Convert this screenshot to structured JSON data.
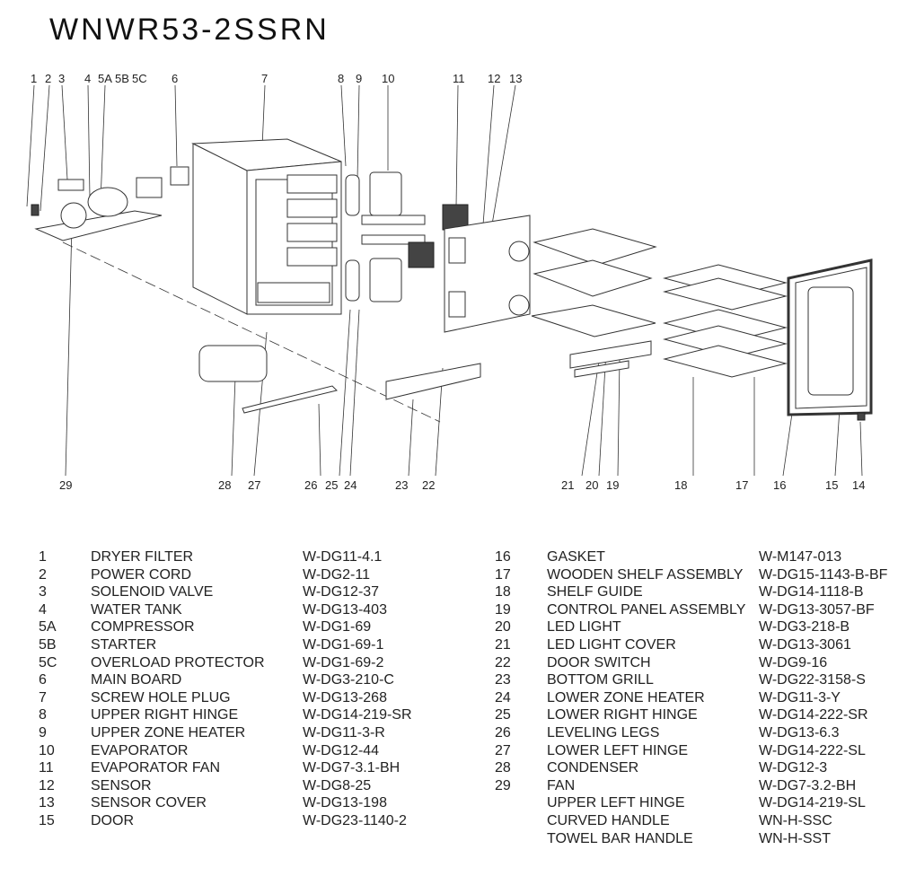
{
  "title": "WNWR53-2SSRN",
  "callouts": {
    "top": [
      "1",
      "2",
      "3",
      "4",
      "5A",
      "5B",
      "5C",
      "6",
      "7",
      "8",
      "9",
      "10",
      "11",
      "12",
      "13"
    ],
    "bottom": [
      "29",
      "28",
      "27",
      "26",
      "25",
      "24",
      "23",
      "22",
      "21",
      "20",
      "19",
      "18",
      "17",
      "16",
      "15",
      "14"
    ]
  },
  "parts_left": [
    {
      "num": "1",
      "name": "DRYER FILTER",
      "code": "W-DG11-4.1"
    },
    {
      "num": "2",
      "name": "POWER CORD",
      "code": "W-DG2-11"
    },
    {
      "num": "3",
      "name": "SOLENOID VALVE",
      "code": "W-DG12-37"
    },
    {
      "num": "4",
      "name": "WATER TANK",
      "code": "W-DG13-403"
    },
    {
      "num": "5A",
      "name": "COMPRESSOR",
      "code": "W-DG1-69"
    },
    {
      "num": "5B",
      "name": "STARTER",
      "code": "W-DG1-69-1"
    },
    {
      "num": "5C",
      "name": "OVERLOAD PROTECTOR",
      "code": "W-DG1-69-2"
    },
    {
      "num": "6",
      "name": "MAIN BOARD",
      "code": "W-DG3-210-C"
    },
    {
      "num": "7",
      "name": "SCREW HOLE PLUG",
      "code": "W-DG13-268"
    },
    {
      "num": "8",
      "name": "UPPER RIGHT HINGE",
      "code": "W-DG14-219-SR"
    },
    {
      "num": "9",
      "name": "UPPER ZONE HEATER",
      "code": "W-DG11-3-R"
    },
    {
      "num": "10",
      "name": "EVAPORATOR",
      "code": "W-DG12-44"
    },
    {
      "num": "11",
      "name": "EVAPORATOR FAN",
      "code": "W-DG7-3.1-BH"
    },
    {
      "num": "12",
      "name": "SENSOR",
      "code": "W-DG8-25"
    },
    {
      "num": "13",
      "name": "SENSOR COVER",
      "code": "W-DG13-198"
    },
    {
      "num": "15",
      "name": "DOOR",
      "code": "W-DG23-1140-2"
    }
  ],
  "parts_right": [
    {
      "num": "16",
      "name": "GASKET",
      "code": "W-M147-013"
    },
    {
      "num": "17",
      "name": "WOODEN SHELF ASSEMBLY",
      "code": "W-DG15-1143-B-BF"
    },
    {
      "num": "18",
      "name": "SHELF GUIDE",
      "code": "W-DG14-1118-B"
    },
    {
      "num": "19",
      "name": "CONTROL PANEL ASSEMBLY",
      "code": "W-DG13-3057-BF"
    },
    {
      "num": "20",
      "name": "LED LIGHT",
      "code": "W-DG3-218-B"
    },
    {
      "num": "21",
      "name": "LED LIGHT COVER",
      "code": "W-DG13-3061"
    },
    {
      "num": "22",
      "name": "DOOR SWITCH",
      "code": "W-DG9-16"
    },
    {
      "num": "23",
      "name": "BOTTOM GRILL",
      "code": "W-DG22-3158-S"
    },
    {
      "num": "24",
      "name": "LOWER ZONE HEATER",
      "code": "W-DG11-3-Y"
    },
    {
      "num": "25",
      "name": "LOWER RIGHT HINGE",
      "code": "W-DG14-222-SR"
    },
    {
      "num": "26",
      "name": "LEVELING LEGS",
      "code": "W-DG13-6.3"
    },
    {
      "num": "27",
      "name": "LOWER LEFT HINGE",
      "code": "W-DG14-222-SL"
    },
    {
      "num": "28",
      "name": "CONDENSER",
      "code": "W-DG12-3"
    },
    {
      "num": "29",
      "name": "FAN",
      "code": "W-DG7-3.2-BH"
    },
    {
      "num": "",
      "name": "UPPER LEFT HINGE",
      "code": "W-DG14-219-SL"
    },
    {
      "num": "",
      "name": "CURVED HANDLE",
      "code": "WN-H-SSC"
    },
    {
      "num": "",
      "name": "TOWEL BAR HANDLE",
      "code": "WN-H-SST"
    }
  ]
}
